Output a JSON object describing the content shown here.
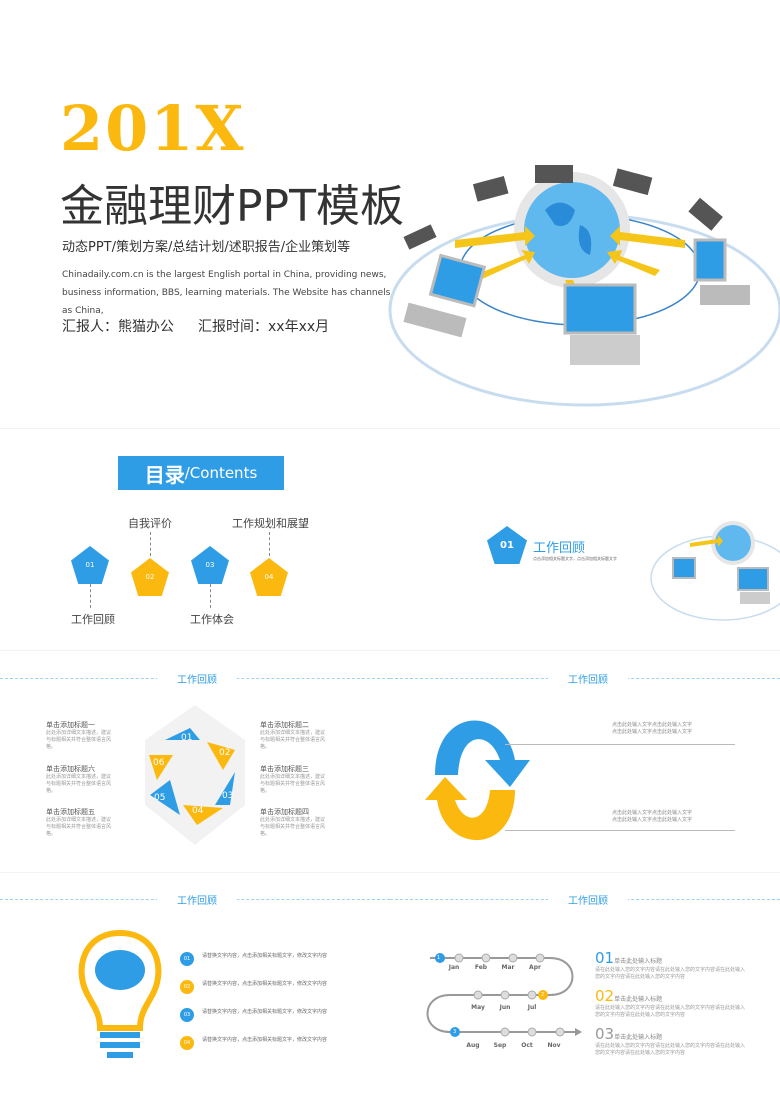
{
  "cover": {
    "year": "201X",
    "title": "金融理财PPT模板",
    "subtitle": "动态PPT/策划方案/总结计划/述职报告/企业策划等",
    "description": "Chinadaily.com.cn is the largest English portal in China, providing news, business information, BBS, learning materials. The Website has channels as China,",
    "reporter": "汇报人：熊猫办公",
    "report_time": "汇报时间：xx年xx月"
  },
  "toc": {
    "title_cn": "目录",
    "title_en": "/Contents",
    "items": [
      {
        "num": "01",
        "label": "工作回顾",
        "color": "#2e9de6"
      },
      {
        "num": "02",
        "label": "自我评价",
        "color": "#fbb80f"
      },
      {
        "num": "03",
        "label": "工作体会",
        "color": "#2e9de6"
      },
      {
        "num": "04",
        "label": "工作规划和展望",
        "color": "#fbb80f"
      }
    ]
  },
  "section": {
    "num": "01",
    "title": "工作回顾",
    "subtitle": "点击添加相关标题文字，点击添加相关标题文字"
  },
  "hex_slide": {
    "title": "工作回顾",
    "items": [
      {
        "num": "01",
        "heading": "单击添加标题一",
        "body": "此处添加详细文本描述，建议与标题相关并符合整体语言风格。"
      },
      {
        "num": "02",
        "heading": "单击添加标题二",
        "body": "此处添加详细文本描述，建议与标题相关并符合整体语言风格。"
      },
      {
        "num": "03",
        "heading": "单击添加标题三",
        "body": "此处添加详细文本描述，建议与标题相关并符合整体语言风格。"
      },
      {
        "num": "04",
        "heading": "单击添加标题四",
        "body": "此处添加详细文本描述，建议与标题相关并符合整体语言风格。"
      },
      {
        "num": "05",
        "heading": "单击添加标题五",
        "body": "此处添加详细文本描述，建议与标题相关并符合整体语言风格。"
      },
      {
        "num": "06",
        "heading": "单击添加标题六",
        "body": "此处添加详细文本描述，建议与标题相关并符合整体语言风格。"
      }
    ]
  },
  "cycle_slide": {
    "title": "工作回顾",
    "blocks": [
      [
        "点击此处输入文字点击此处输入文字",
        "点击此处输入文字点击此处输入文字"
      ],
      [
        "点击此处输入文字点击此处输入文字",
        "点击此处输入文字点击此处输入文字"
      ]
    ]
  },
  "bulb_slide": {
    "title": "工作回顾",
    "items": [
      {
        "num": "01",
        "text": "请替换文字内容，点击添加相关标题文字，修改文字内容",
        "color": "#2e9de6"
      },
      {
        "num": "02",
        "text": "请替换文字内容，点击添加相关标题文字，修改文字内容",
        "color": "#fbb80f"
      },
      {
        "num": "03",
        "text": "请替换文字内容，点击添加相关标题文字，修改文字内容",
        "color": "#2e9de6"
      },
      {
        "num": "04",
        "text": "请替换文字内容，点击添加相关标题文字，修改文字内容",
        "color": "#fbb80f"
      }
    ]
  },
  "timeline_slide": {
    "title": "工作回顾",
    "markers": [
      "1",
      "2",
      "3"
    ],
    "row1": [
      "Jan",
      "Feb",
      "Mar",
      "Apr"
    ],
    "row2": [
      "May",
      "Jun",
      "Jul"
    ],
    "row3": [
      "Aug",
      "Sep",
      "Oct",
      "Nov"
    ],
    "items": [
      {
        "num": "01",
        "heading": "单击此处输入标题",
        "body": "请在此处输入您的文字内容请在此处输入您的文字内容请在此处输入您的文字内容请在此处输入您的文字内容",
        "color": "#2e9de6"
      },
      {
        "num": "02",
        "heading": "单击此处输入标题",
        "body": "请在此处输入您的文字内容请在此处输入您的文字内容请在此处输入您的文字内容请在此处输入您的文字内容",
        "color": "#fbb80f"
      },
      {
        "num": "03",
        "heading": "单击此处输入标题",
        "body": "请在此处输入您的文字内容请在此处输入您的文字内容请在此处输入您的文字内容请在此处输入您的文字内容",
        "color": "#999999"
      }
    ]
  },
  "colors": {
    "blue": "#2e9de6",
    "yellow": "#fbb80f"
  }
}
